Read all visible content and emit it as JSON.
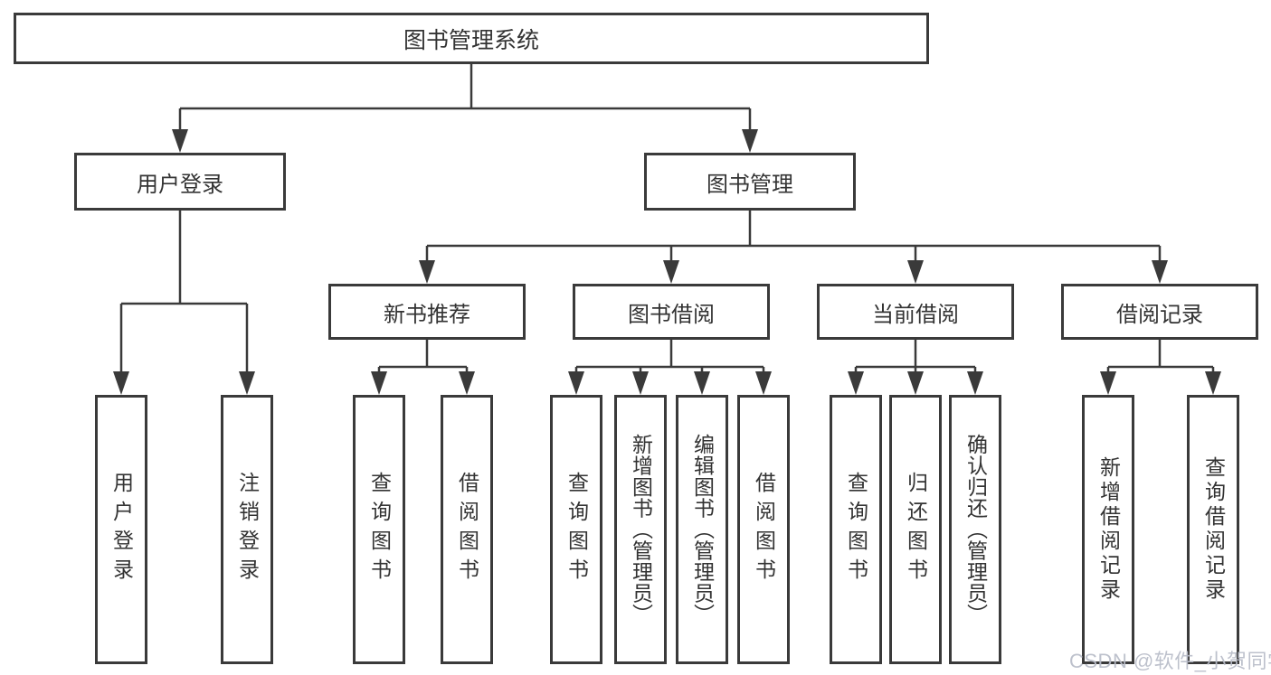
{
  "diagram": {
    "root": {
      "label": "图书管理系统"
    },
    "branches": [
      {
        "label": "用户登录",
        "children": [
          {
            "label": "用户登录"
          },
          {
            "label": "注销登录"
          }
        ]
      },
      {
        "label": "图书管理",
        "children": [
          {
            "label": "新书推荐",
            "children": [
              {
                "label": "查询图书"
              },
              {
                "label": "借阅图书"
              }
            ]
          },
          {
            "label": "图书借阅",
            "children": [
              {
                "label": "查询图书"
              },
              {
                "label": "新增图书（管理员）"
              },
              {
                "label": "编辑图书（管理员）"
              },
              {
                "label": "借阅图书"
              }
            ]
          },
          {
            "label": "当前借阅",
            "children": [
              {
                "label": "查询图书"
              },
              {
                "label": "归还图书"
              },
              {
                "label": "确认归还（管理员）"
              }
            ]
          },
          {
            "label": "借阅记录",
            "children": [
              {
                "label": "新增借阅记录"
              },
              {
                "label": "查询借阅记录"
              }
            ]
          }
        ]
      }
    ]
  },
  "watermark": {
    "text": "CSDN @软件_小贺同学"
  },
  "colors": {
    "line": "#3a3a3a",
    "box_border": "#3a3a3a",
    "text": "#333333",
    "background": "#ffffff",
    "watermark": "#b8bcc8"
  }
}
